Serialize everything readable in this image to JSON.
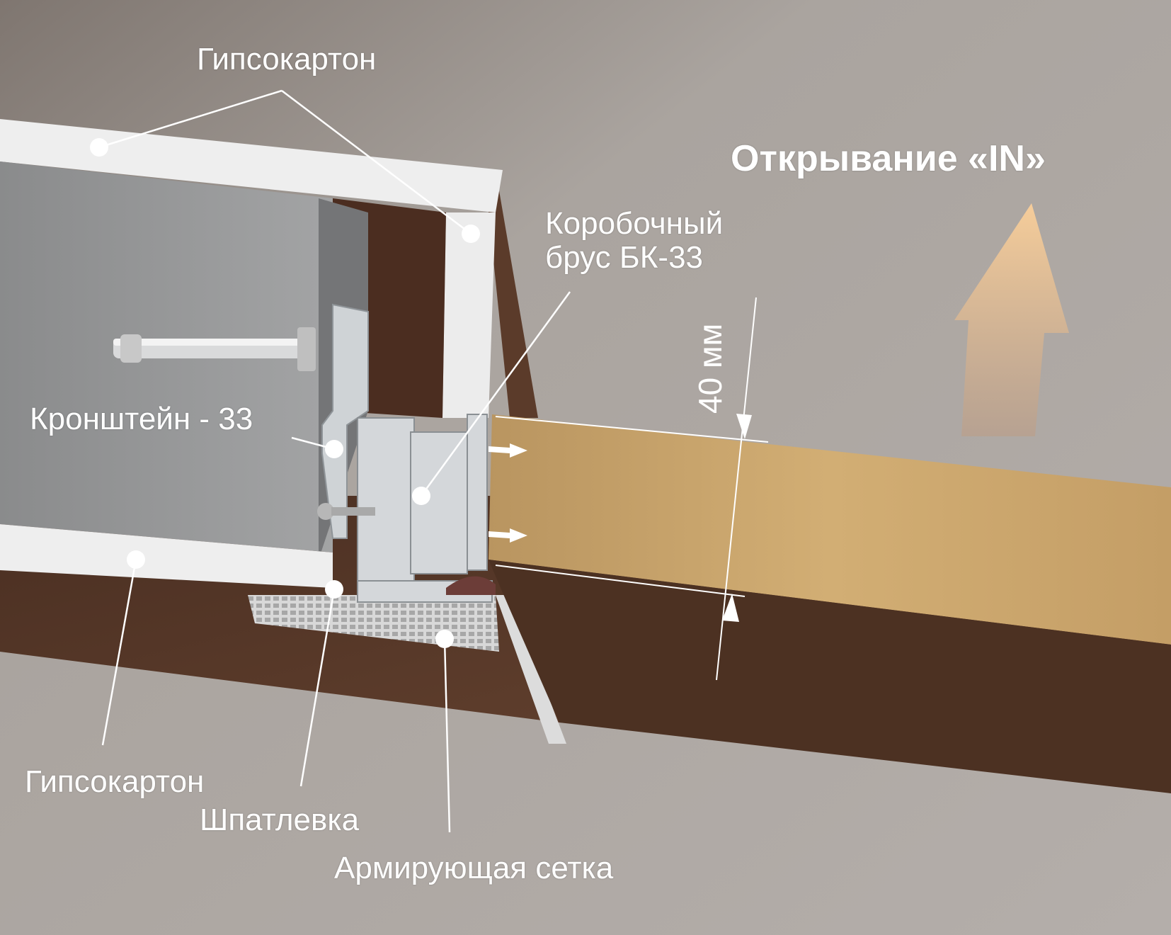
{
  "labels": {
    "drywall_top": "Гипсокартон",
    "opening": "Открывание  «IN»",
    "frame_bar_line1": "Коробочный",
    "frame_bar_line2": "брус БК-33",
    "dimension": "40 мм",
    "bracket": "Кронштейн - 33",
    "drywall_bottom": "Гипсокартон",
    "putty": "Шпатлевка",
    "mesh": "Армирующая сетка"
  },
  "colors": {
    "background": "#a9a39d",
    "drywall": "#eeeeee",
    "wall_brown": "#5a3b2a",
    "wood": "#c8a46a",
    "metal": "#c9cdd1",
    "cavity": "#8e8f90",
    "arrow_top": "#f3c796",
    "arrow_bottom": "#c0a590",
    "leader": "#ffffff"
  },
  "icons": {
    "opening_arrow": "up-arrow-icon",
    "bolt": "anchor-bolt-icon",
    "screw": "screw-icon"
  }
}
